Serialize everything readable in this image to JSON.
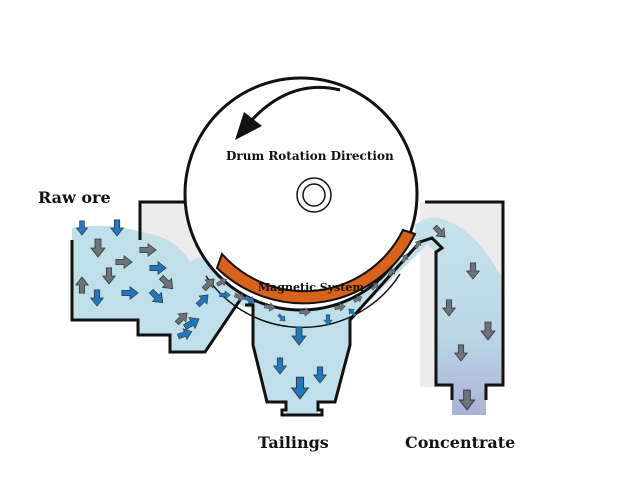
{
  "labels": {
    "raw_ore": "Raw ore",
    "drum_rotation": "Drum Rotation Direction",
    "magnetic_system": "Magnetic System",
    "tailings": "Tailings",
    "concentrate": "Concentrate"
  },
  "colors": {
    "slurry": "#bfe0ea",
    "concentrate_bottom": "#a9b3d6",
    "magnet": "#d9621a",
    "blue_arrow": "#1f78c0",
    "gray_arrow": "#6c7479",
    "outline": "#111111",
    "tank_bg": "#ececec"
  }
}
